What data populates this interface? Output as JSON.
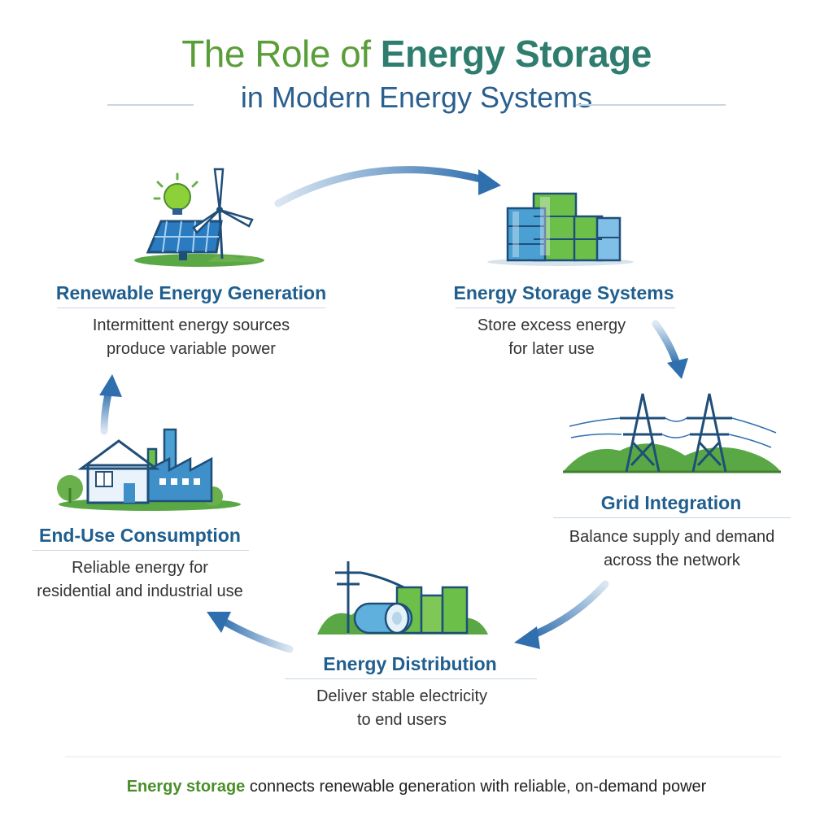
{
  "title": {
    "line1_prefix": "The Role of ",
    "line1_highlight": "Energy Storage",
    "line2": "in Modern Energy Systems"
  },
  "nodes": [
    {
      "id": "renewable",
      "heading": "Renewable Energy Generation",
      "desc": [
        "Intermittent energy sources",
        "produce variable power"
      ],
      "icon": "solar-wind-icon"
    },
    {
      "id": "storage",
      "heading": "Energy Storage Systems",
      "desc": [
        "Store excess energy",
        "for later use"
      ],
      "icon": "battery-bank-icon"
    },
    {
      "id": "grid",
      "heading": "Grid Integration",
      "desc": [
        "Balance supply and demand",
        "across the network"
      ],
      "icon": "transmission-tower-icon"
    },
    {
      "id": "distribution",
      "heading": "Energy Distribution",
      "desc": [
        "Deliver stable electricity",
        "to end users"
      ],
      "icon": "distribution-station-icon"
    },
    {
      "id": "enduse",
      "heading": "End-Use Consumption",
      "desc": [
        "Reliable energy for",
        "residential and industrial use"
      ],
      "icon": "house-factory-icon"
    }
  ],
  "footer": {
    "highlight": "Energy storage",
    "rest": " connects renewable generation with reliable, on-demand power"
  },
  "colors": {
    "green": "#5a9e3a",
    "teal": "#2e7d6f",
    "blue": "#1f5e8e",
    "arrow": "#2f6fae"
  }
}
